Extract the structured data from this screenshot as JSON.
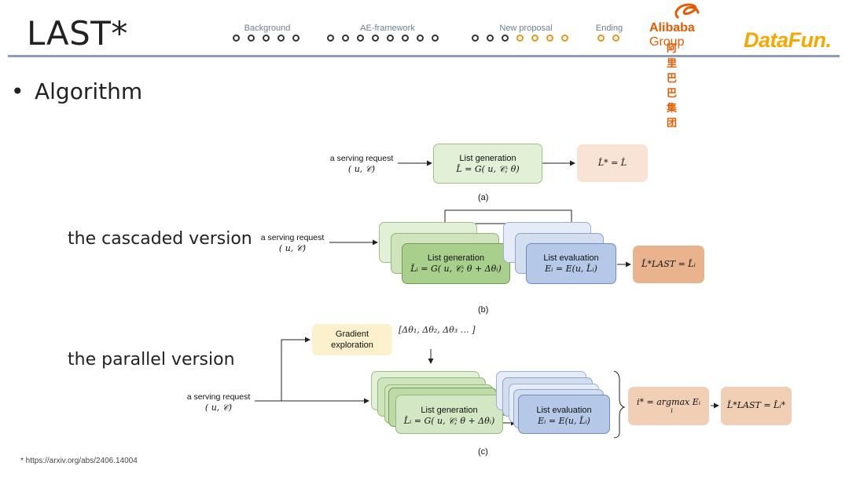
{
  "header": {
    "title": "LAST*",
    "sections": [
      {
        "label": "Background",
        "dots": 5,
        "highlighted": 0
      },
      {
        "label": "AE-framework",
        "dots": 8,
        "highlighted": 0
      },
      {
        "label": "New proposal",
        "dots": 7,
        "highlighted": 4
      },
      {
        "label": "Ending",
        "dots": 2,
        "highlighted": 2
      }
    ],
    "highlight_color": "#e8961c",
    "alibaba_en": "Alibaba",
    "alibaba_group": "Group",
    "alibaba_cn": "阿里巴巴集团",
    "datafun": "DataFun."
  },
  "bullet": "•",
  "heading": "Algorithm",
  "cascaded_label": "the cascaded version",
  "parallel_label": "the parallel version",
  "diagram": {
    "serving_request": "a serving request",
    "serving_request_args": "( u, 𝒞)",
    "list_generation": "List generation",
    "gen_formula_a": "L̂ = G( u, 𝒞; θ)",
    "gen_formula_i": "L̂ᵢ = G( u, 𝒞; θ + Δθᵢ)",
    "list_evaluation": "List evaluation",
    "eval_formula": "Eᵢ = E(u, L̂ᵢ)",
    "output_a": "L̂* = L̂",
    "output_b": "L̂*LAST = L̂ᵢ",
    "gradient_exploration": "Gradient exploration",
    "delta_list": "[Δθ₁, Δθ₂, Δθ₃ … ]",
    "argmax": "i* = argmax Eᵢ",
    "argmax_sub": "i",
    "output_c": "L̂*LAST = L̂ᵢ*",
    "caption_a": "(a)",
    "caption_b": "(b)",
    "caption_c": "(c)"
  },
  "footnote": "* https://arxiv.org/abs/2406.14004"
}
